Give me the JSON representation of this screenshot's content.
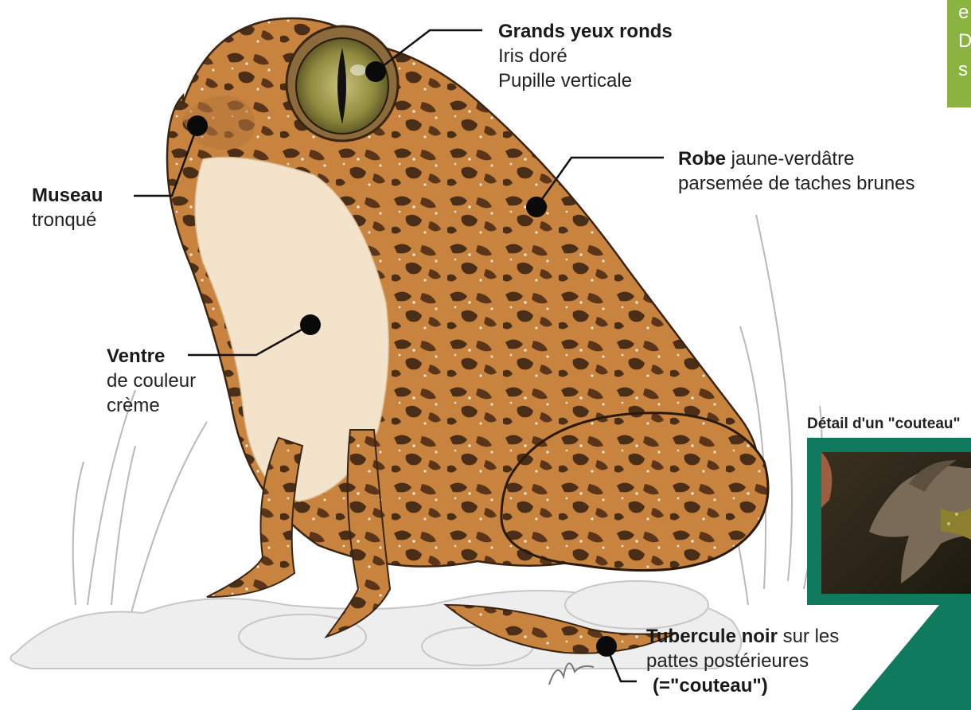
{
  "labels": {
    "eyes": {
      "title": "Grands yeux ronds",
      "line1": "Iris doré",
      "line2": "Pupille verticale"
    },
    "snout": {
      "title": "Museau",
      "line1": "tronqué"
    },
    "robe": {
      "title": "Robe",
      "rest": " jaune-verdâtre",
      "line2": "parsemée de taches brunes"
    },
    "belly": {
      "title": "Ventre",
      "line1": "de couleur",
      "line2": "crème"
    },
    "tubercle": {
      "title": "Tubercule noir",
      "rest": " sur les",
      "line2": "pattes postérieures",
      "line3": "(=\"couteau\")"
    }
  },
  "corner_box": {
    "lines": [
      "e",
      "D",
      "s"
    ]
  },
  "detail": {
    "title": "Détail d'un \"couteau\""
  },
  "colors": {
    "accent_green": "#8bb33f",
    "frame_teal": "#0f7a5e",
    "toad_base": "#c8843f",
    "toad_spots": "#4a2e17",
    "belly": "#f4e3cb"
  }
}
